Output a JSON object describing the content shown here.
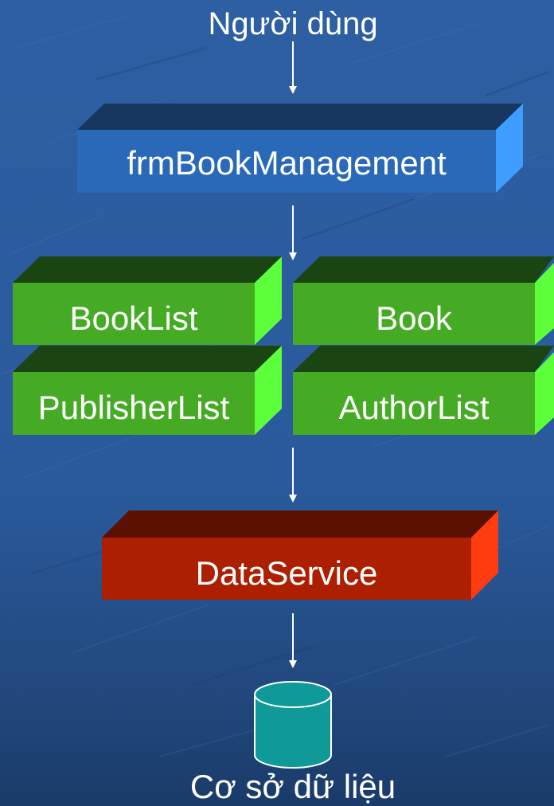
{
  "diagram": {
    "user_label": "Người dùng",
    "boxes": {
      "form": "frmBookManagement",
      "book_list": "BookList",
      "book": "Book",
      "publisher_list": "PublisherList",
      "author_list": "AuthorList",
      "data_service": "DataService"
    },
    "database_label": "Cơ sở dữ liệu"
  },
  "colors": {
    "background": "#2b5c9f",
    "form_box": "#2a68b8",
    "class_boxes": "#46ab24",
    "data_service_box": "#ac1f00",
    "database": "#0f9999"
  }
}
